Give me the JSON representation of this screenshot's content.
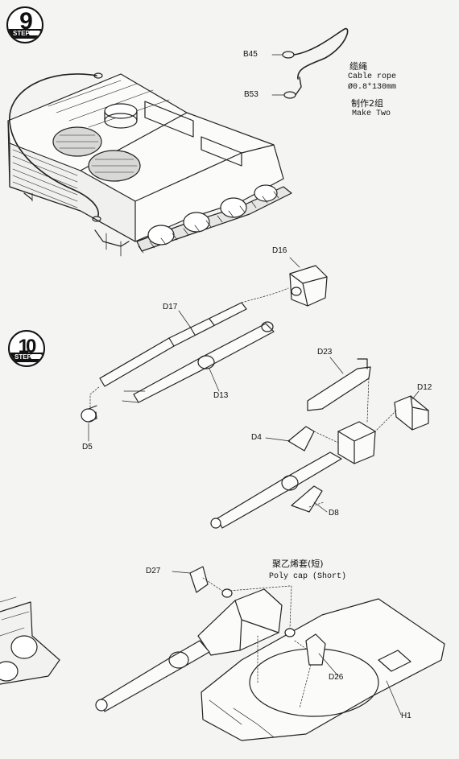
{
  "steps": {
    "step9": {
      "number": "9",
      "word": "STEP"
    },
    "step10": {
      "number": "10",
      "word": "STEP"
    }
  },
  "step9_notes": {
    "part_b45": "B45",
    "part_b53": "B53",
    "cable_cn": "缆绳",
    "cable_en": "Cable rope",
    "cable_spec": "Ø0.8*130mm",
    "make_two_cn": "制作2组",
    "make_two_en": "Make Two"
  },
  "step10_parts": {
    "d16": "D16",
    "d17": "D17",
    "d13": "D13",
    "d5": "D5",
    "d23": "D23",
    "d12": "D12",
    "d4": "D4",
    "d8": "D8",
    "d27": "D27",
    "d26": "D26",
    "h1": "H1",
    "polycap_cn": "聚乙烯套(短)",
    "polycap_en": "Poly cap (Short)"
  }
}
